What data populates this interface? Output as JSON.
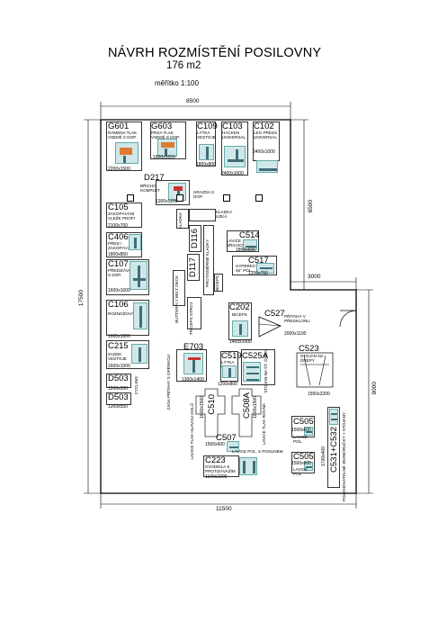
{
  "header": {
    "title": "NÁVRH ROZMÍSTĚNÍ POSILOVNY",
    "area": "176 m2",
    "scale": "měřítko 1:100"
  },
  "dimensions": {
    "top": "8500",
    "right_upper": "6500",
    "right_step": "3000",
    "left": "17500",
    "right_lower": "9000",
    "bottom": "11500"
  },
  "machines": {
    "g601": {
      "code": "G601",
      "desc": "RAMENA TLAK VSEDĚ S DOP.",
      "size": "2200x1500"
    },
    "g603": {
      "code": "G603",
      "desc": "PRSA TLAK VSEDĚ S DOP.",
      "size": "1600x1650"
    },
    "c109": {
      "code": "C109",
      "desc": "LÝTKA VESTOJE",
      "size": "1800x800"
    },
    "c103": {
      "code": "C103",
      "desc": "HACKEN UNIVERSAL",
      "size": "2400x1000"
    },
    "c102": {
      "code": "C102",
      "desc": "LEG PRESS UNIVERSAL",
      "size": "2400x1000"
    },
    "d217": {
      "code": "D217",
      "desc": "BŘICHO KOMPLET",
      "size": "1300x1200"
    },
    "hrazda": {
      "desc": "HRAZDA S DOP."
    },
    "c105": {
      "code": "C105",
      "desc": "ZAKOPÁVÁNÍ VLEŽE PROFI",
      "size": "2100x700"
    },
    "kladka": {
      "desc": "KLADKA ÚZKÁ"
    },
    "kladka_rot": {
      "desc": "KLADKA"
    },
    "d116": {
      "code": "D116"
    },
    "crossover": {
      "desc": "PROTISMĚRNÉ KLADKY"
    },
    "c406": {
      "code": "C406",
      "desc": "PŘED / ZAKOPÁVÁNÍ",
      "size": "1800x850"
    },
    "c514": {
      "code": "C514",
      "desc": "LAVICE BŘICHO",
      "size": "1800x600"
    },
    "c107": {
      "code": "C107",
      "desc": "PŘED/ZÁVAŽÍ S DOP.",
      "size": "1600x1600"
    },
    "d117": {
      "code": "D117"
    },
    "c517": {
      "code": "C517",
      "desc": "HYPEREXT 45° POL.",
      "size": "1200x750"
    },
    "butterfly": {
      "desc": "BUTTERFLY BELT DECK"
    },
    "biceps_st": {
      "desc": "BICEPS"
    },
    "c106": {
      "code": "C106",
      "desc": "ROZNOŽOVÁNÍ",
      "size": "1600x1600"
    },
    "triceps": {
      "desc": "TRICEPS STROJ"
    },
    "c202": {
      "code": "C202",
      "desc": "BICEPS",
      "size": "1400x1000"
    },
    "c527": {
      "code": "C527",
      "desc": "PŘÍTAHY V PŘEDKLONU",
      "size": "2000x1100"
    },
    "c215": {
      "code": "C215",
      "desc": "ZADEK VESTOJE",
      "size": "1600x1000"
    },
    "e703": {
      "code": "E703",
      "desc": "ZÁDA PŘÍTAHY S OPĚRKOU",
      "size": "1300x1400"
    },
    "c519": {
      "code": "C519",
      "desc": "LÝTKA VS",
      "size": "1200x800"
    },
    "c525a": {
      "code": "C525A",
      "desc": "STOJAN NA ŠT. ČINKY"
    },
    "c523": {
      "code": "C523",
      "desc": "STOJAN NA DŘEPY",
      "size": "1550x2200"
    },
    "d503a": {
      "code": "D503",
      "size": "1200x550"
    },
    "cycling": {
      "desc": "CYCLING"
    },
    "d503b": {
      "code": "D503",
      "size": "1200x550"
    },
    "c510": {
      "code": "C510",
      "desc": "LAVICE TLAK HLAVOU DOLŮ",
      "size": "1600x1500"
    },
    "c508a": {
      "code": "C508A",
      "desc": "LAVICE TLAK ROVNÁ",
      "size": "1600x1500"
    },
    "c507": {
      "code": "C507",
      "desc": "LAVICE POL. S POSUNEM",
      "size": "1500x600"
    },
    "c505a": {
      "code": "C505",
      "desc": "LAVICE POL.",
      "size": "1500x600"
    },
    "c223": {
      "code": "C223",
      "desc": "SVODIDLA S PROTIZÁVAŽÍM",
      "size": "1100x2200"
    },
    "c505b": {
      "code": "C505",
      "desc": "LAVICE POL.",
      "size": "1500x600"
    },
    "c531": {
      "code": "C531+C532",
      "desc": "POLOHOVATELNÉ JEDNORUČKY + STOJANY",
      "size": "1700x400"
    }
  }
}
